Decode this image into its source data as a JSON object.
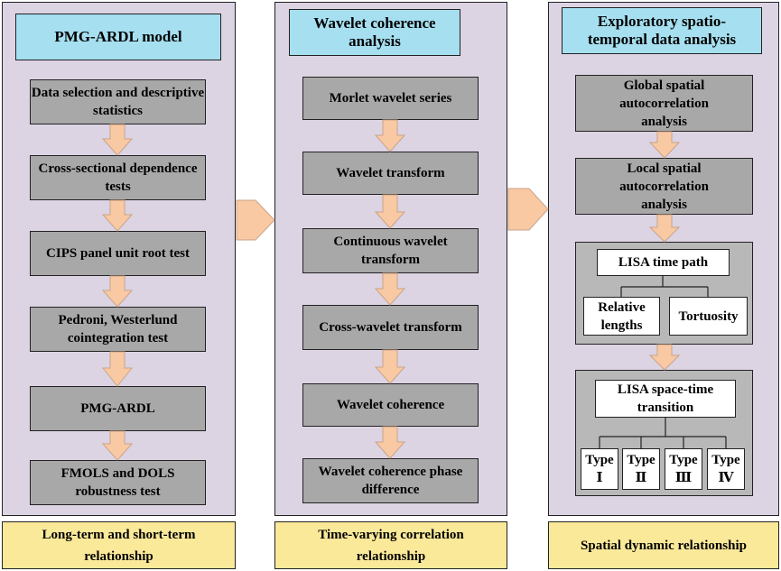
{
  "left": {
    "title": "PMG-ARDL model",
    "steps": [
      "Data selection and descriptive statistics",
      "Cross-sectional dependence tests",
      "CIPS panel unit root test",
      "Pedroni,  Westerlund cointegration test",
      "PMG-ARDL",
      "FMOLS and DOLS robustness test"
    ],
    "footer": "Long-term and short-term relationship"
  },
  "middle": {
    "title": "Wavelet coherence analysis",
    "steps": [
      "Morlet wavelet series",
      "Wavelet transform",
      "Continuous wavelet transform",
      "Cross-wavelet transform",
      "Wavelet coherence",
      "Wavelet coherence phase difference"
    ],
    "footer": "Time-varying correlation relationship"
  },
  "right": {
    "title": "Exploratory spatio-temporal data analysis",
    "steps": [
      "Global spatial autocorrelation analysis",
      "Local spatial autocorrelation analysis"
    ],
    "lisa_time_path": {
      "label": "LISA time path",
      "children": [
        "Relative lengths",
        "Tortuosity"
      ]
    },
    "lisa_transition": {
      "label": "LISA space-time transition",
      "types": [
        "Type Ⅰ",
        "Type Ⅱ",
        "Type Ⅲ",
        "Type Ⅳ"
      ]
    },
    "footer": "Spatial dynamic relationship"
  },
  "colors": {
    "panel": "#dcd3e3",
    "title": "#a6dff0",
    "box": "#a8a8a8",
    "arrow": "#f9c9a4",
    "footer": "#fbe99a"
  }
}
